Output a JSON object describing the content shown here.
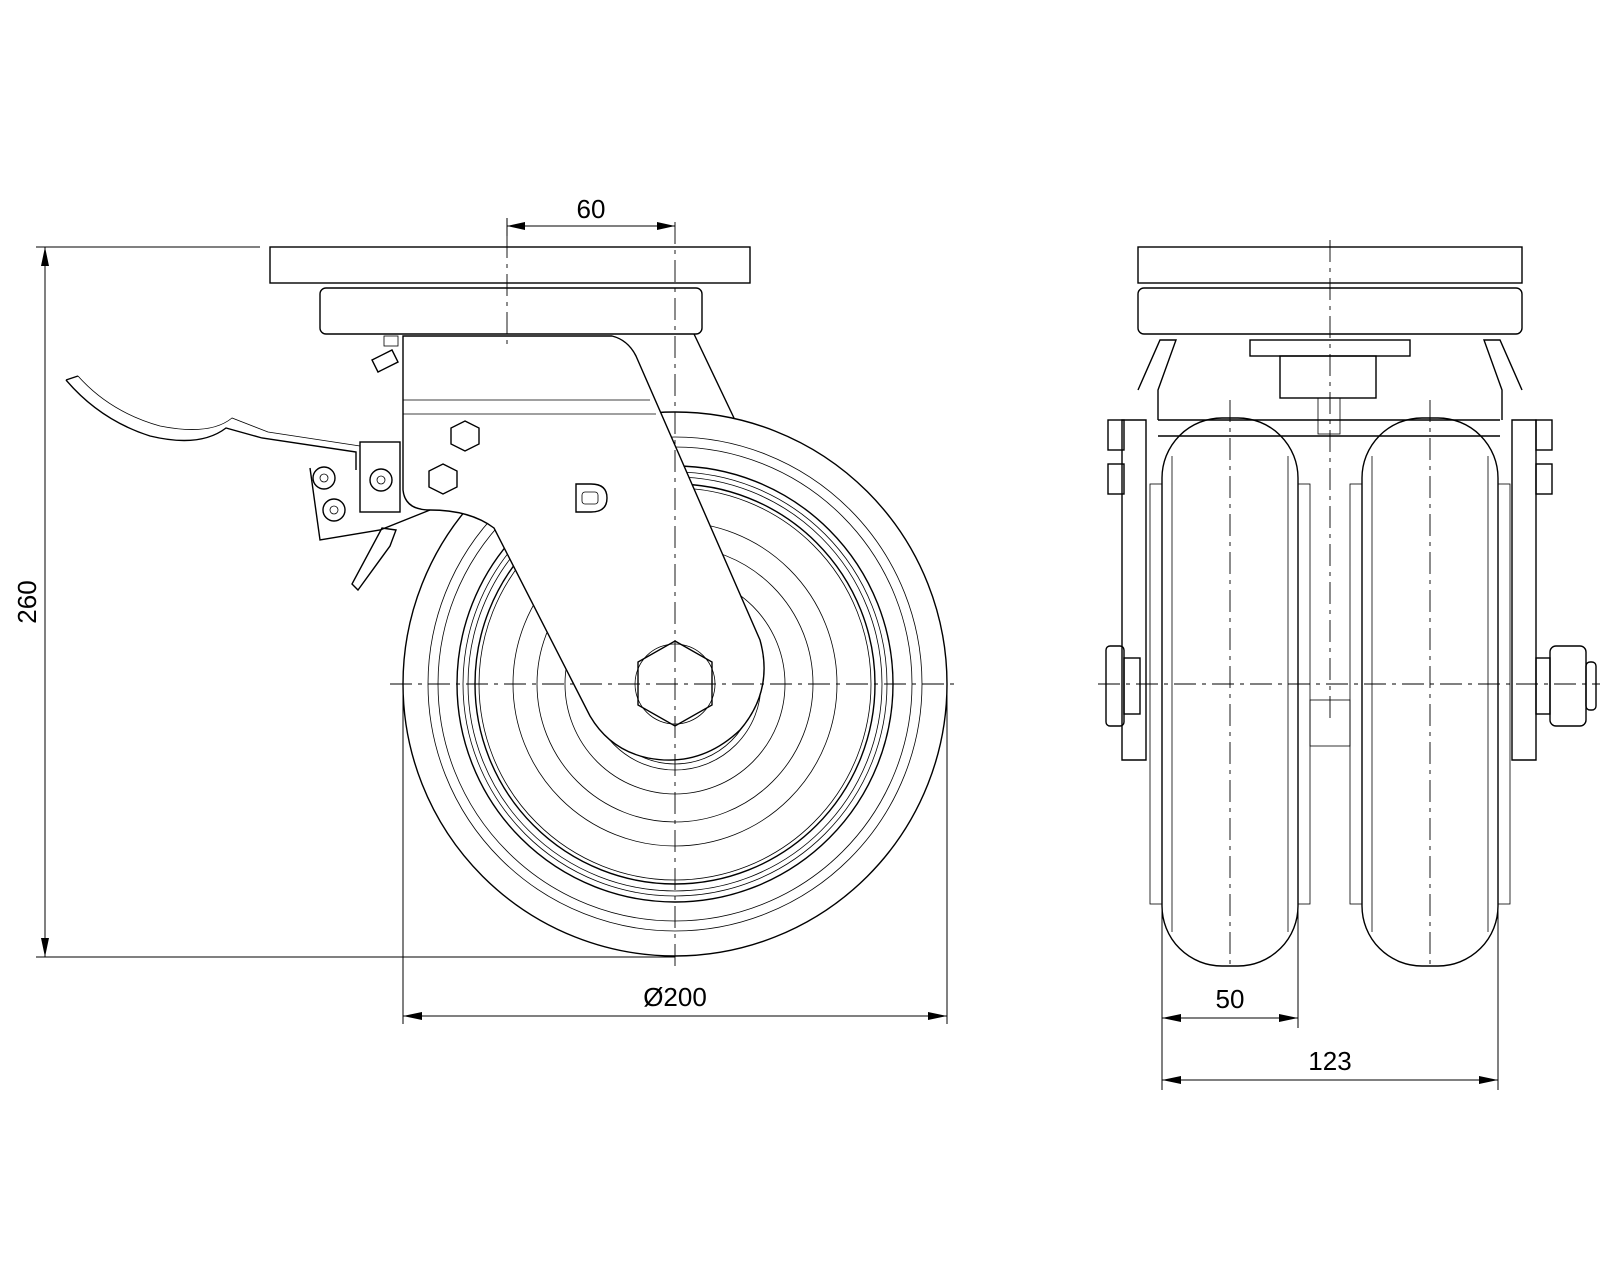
{
  "dimensions": {
    "offset": "60",
    "height": "260",
    "wheel_diameter": "Ø200",
    "wheel_width": "50",
    "overall_width": "123"
  },
  "colors": {
    "line": "#000000",
    "background": "#ffffff"
  }
}
